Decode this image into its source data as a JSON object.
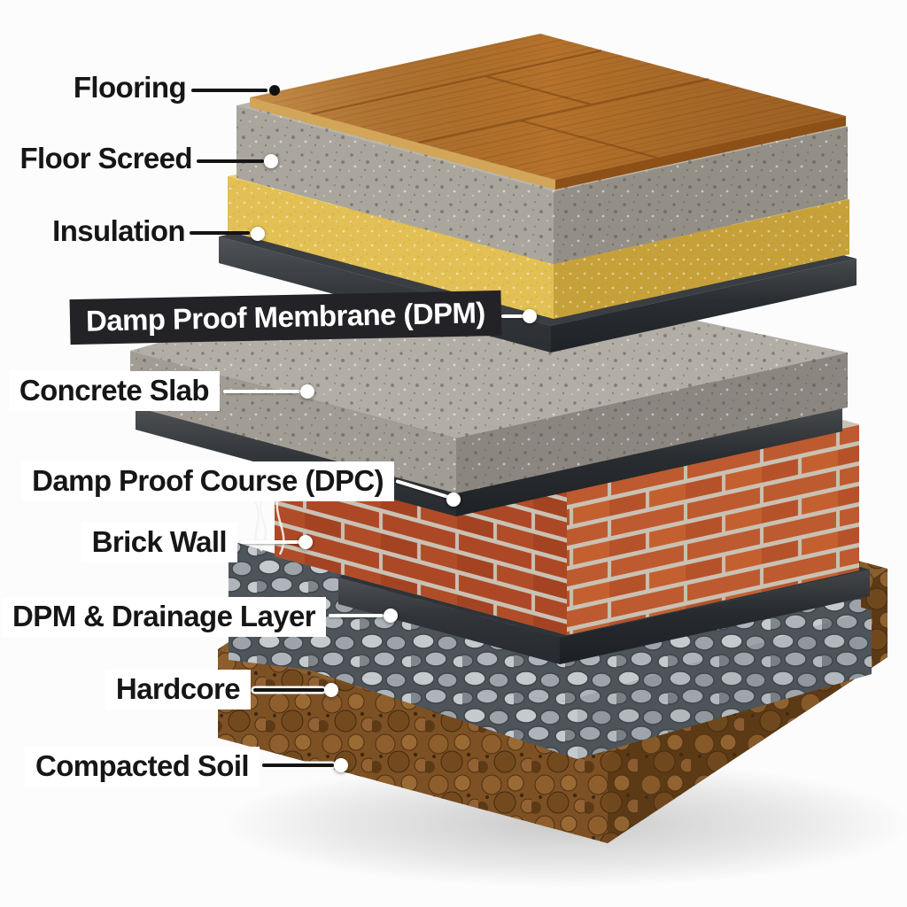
{
  "diagram": {
    "type": "construction-cutaway",
    "background": "#fcfcfc",
    "label_text_color": "#161616",
    "banner": {
      "bg": "#232327",
      "text_color": "#ffffff"
    },
    "labels": [
      {
        "text": "Flooring",
        "line_color": "black",
        "dot_color": "black"
      },
      {
        "text": "Floor Screed",
        "line_color": "black",
        "dot_color": "white"
      },
      {
        "text": "Insulation",
        "line_color": "black",
        "dot_color": "white"
      },
      {
        "text": "Damp Proof Membrane (DPM)",
        "line_color": "white",
        "dot_color": "white"
      },
      {
        "text": "Concrete Slab",
        "line_color": "white",
        "dot_color": "white"
      },
      {
        "text": "Damp Proof Course (DPC)",
        "line_color": "white",
        "dot_color": "white"
      },
      {
        "text": "Brick Wall",
        "line_color": "white",
        "dot_color": "white"
      },
      {
        "text": "DPM & Drainage Layer",
        "line_color": "white",
        "dot_color": "white"
      },
      {
        "text": "Hardcore",
        "line_color": "black-cased",
        "dot_color": "white"
      },
      {
        "text": "Compacted Soil",
        "line_color": "black-cased",
        "dot_color": "white"
      }
    ],
    "layers": [
      {
        "name": "Flooring",
        "colors": {
          "top": "#b5732c",
          "left": "#d2a558",
          "right": "#8d5016"
        }
      },
      {
        "name": "Floor Screed",
        "colors": {
          "top": "#b8b4ac",
          "left": "#aaa69e",
          "right": "#938f87"
        }
      },
      {
        "name": "Insulation",
        "colors": {
          "top": "#edd272",
          "left": "#e2c054",
          "right": "#c6a13a"
        }
      },
      {
        "name": "Damp Proof Membrane (DPM)",
        "colors": {
          "top": "#3a3d42",
          "left": "#2b2e33",
          "right": "#1f2226"
        }
      },
      {
        "name": "Concrete Slab",
        "colors": {
          "top": "#b2aea6",
          "left": "#a19d95",
          "right": "#8b8780"
        }
      },
      {
        "name": "Damp Proof Course (DPC)",
        "colors": {
          "top": "#33363a",
          "left": "#282b2f",
          "right": "#1e2125"
        }
      },
      {
        "name": "Brick Wall",
        "colors": {
          "mortar": "#c9c1b3",
          "brick_left": "#ac4826",
          "brick_right": "#bd5a2f"
        }
      },
      {
        "name": "DPM & Drainage Layer",
        "colors": {
          "top": "#303338",
          "left": "#26292e",
          "right": "#1c1f23"
        }
      },
      {
        "name": "Hardcore",
        "colors": {
          "base": "#4d545a",
          "stone_light": "#c5cacd",
          "stone_mid": "#9da4a9",
          "stone_dark": "#7f878d"
        }
      },
      {
        "name": "Compacted Soil",
        "colors": {
          "top": "#8a5e2c",
          "base": "#7d5124",
          "clump_light": "#9a6a34",
          "clump_mid": "#8a5c2a",
          "clump_dark": "#5d3a16"
        }
      }
    ]
  }
}
